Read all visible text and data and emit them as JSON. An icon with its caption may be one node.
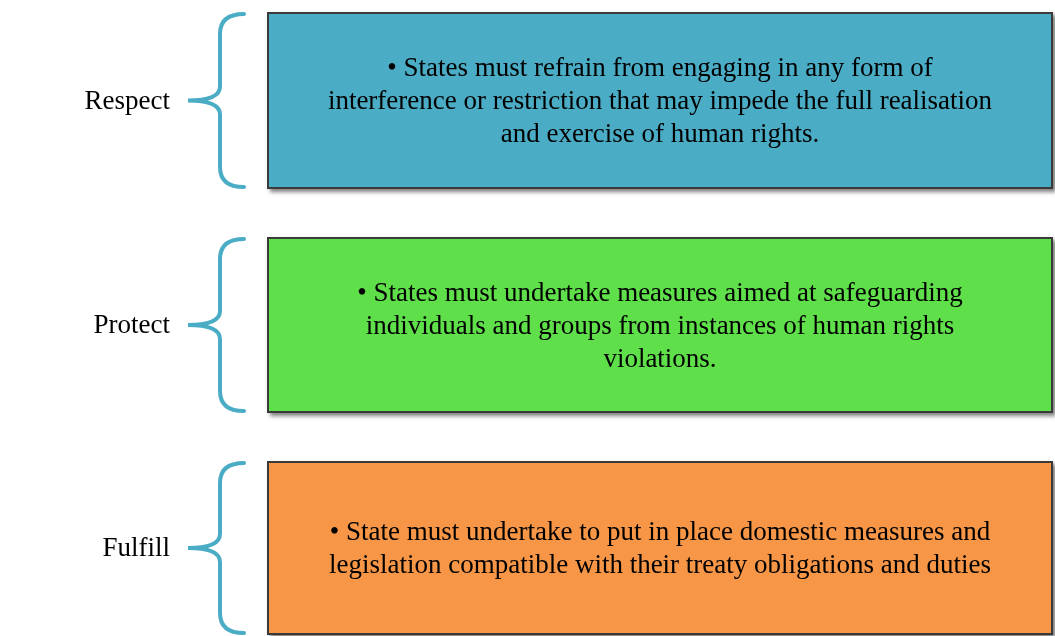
{
  "diagram": {
    "nodes": [
      {
        "text": [
          "• States must refrain from engaging in any form of interference or restriction that may impede the full realisation and exercise of human rights."
        ],
        "beside": [
          "Respect"
        ]
      },
      {
        "text": [
          "• States must undertake measures aimed at safeguarding individuals and groups from instances of human rights violations."
        ],
        "beside": [
          "Protect"
        ]
      },
      {
        "text": [
          "• State must undertake to put in place domestic measures and legislation compatible with their treaty obligations and duties"
        ],
        "beside": [
          "Fulfill"
        ]
      }
    ]
  }
}
